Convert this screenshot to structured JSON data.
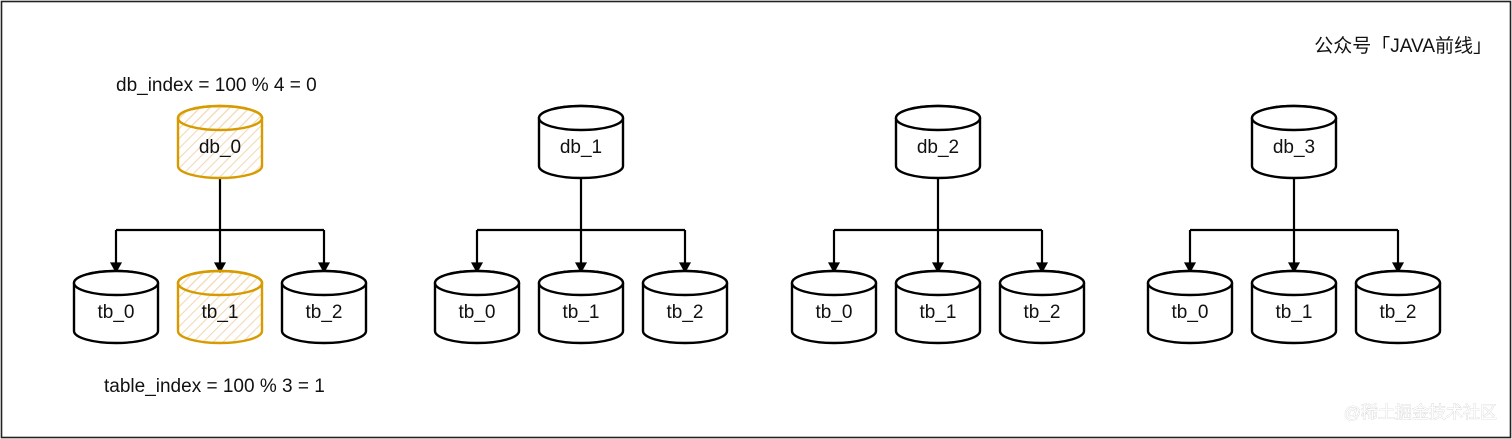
{
  "brand_text": "公众号「JAVA前线」",
  "watermark_text": "@稀土掘金技术社区",
  "formulas": {
    "db_index": "db_index = 100 % 4 = 0",
    "table_index": "table_index = 100 % 3 = 1"
  },
  "colors": {
    "highlight_stroke": "#D79B00",
    "highlight_hatch": "#F3D9B5",
    "stroke": "#000000",
    "background": "#FFFFFF"
  },
  "databases": [
    {
      "label": "db_0",
      "highlighted": true,
      "tables": [
        {
          "label": "tb_0",
          "highlighted": false
        },
        {
          "label": "tb_1",
          "highlighted": true
        },
        {
          "label": "tb_2",
          "highlighted": false
        }
      ]
    },
    {
      "label": "db_1",
      "highlighted": false,
      "tables": [
        {
          "label": "tb_0",
          "highlighted": false
        },
        {
          "label": "tb_1",
          "highlighted": false
        },
        {
          "label": "tb_2",
          "highlighted": false
        }
      ]
    },
    {
      "label": "db_2",
      "highlighted": false,
      "tables": [
        {
          "label": "tb_0",
          "highlighted": false
        },
        {
          "label": "tb_1",
          "highlighted": false
        },
        {
          "label": "tb_2",
          "highlighted": false
        }
      ]
    },
    {
      "label": "db_3",
      "highlighted": false,
      "tables": [
        {
          "label": "tb_0",
          "highlighted": false
        },
        {
          "label": "tb_1",
          "highlighted": false
        },
        {
          "label": "tb_2",
          "highlighted": false
        }
      ]
    }
  ]
}
